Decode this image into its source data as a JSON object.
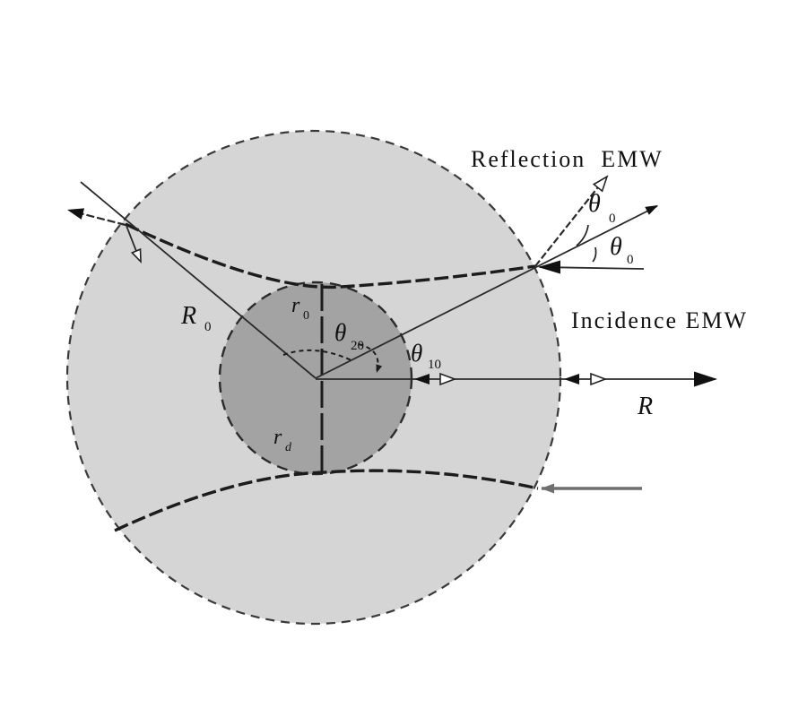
{
  "figure": {
    "description": "Geometry of incidence and reflection of an electromagnetic wave on a spherical dust grain / plasma sphere",
    "text_labels": {
      "reflection_emw": "Reflection  EMW",
      "incidence_emw": "Incidence EMW"
    },
    "math_labels": {
      "theta0_upper": {
        "base": "θ",
        "sub": "0"
      },
      "theta0_lower": {
        "base": "θ",
        "sub": "0"
      },
      "theta10": {
        "base": "θ",
        "sub": "10"
      },
      "theta20": {
        "base": "θ",
        "sub": "20"
      },
      "r0": {
        "base": "r",
        "sub": "0"
      },
      "rd": {
        "base": "r",
        "sub": "d"
      },
      "R0": {
        "base": "R",
        "sub": "0"
      },
      "R": {
        "base": "R",
        "sub": ""
      }
    },
    "colors": {
      "background": "#ffffff",
      "outer_sphere_fill": "#d5d5d5",
      "core_fill": "#a3a3a3",
      "outline": "#333333",
      "line": "#222222",
      "gray_ray": "#6f6f6f"
    }
  }
}
